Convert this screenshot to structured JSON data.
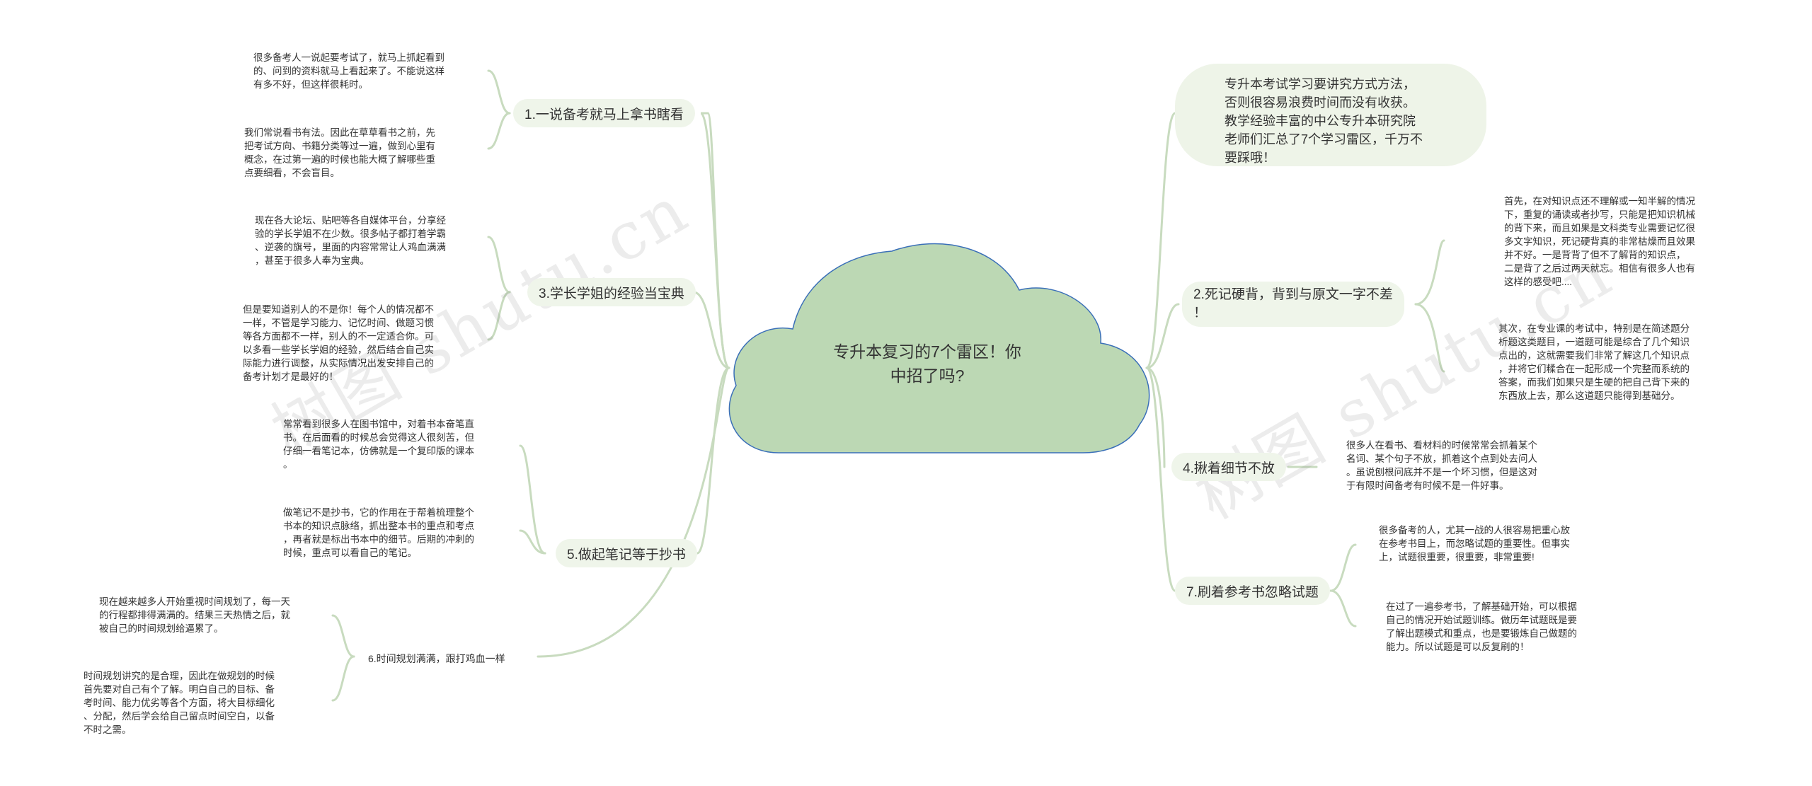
{
  "central": {
    "title": "专升本复习的7个雷区！你\n中招了吗?"
  },
  "intro": {
    "text": "专升本考试学习要讲究方式方法，\n否则很容易浪费时间而没有收获。\n教学经验丰富的中公专升本研究院\n老师们汇总了7个学习雷区，千万不\n要踩哦！"
  },
  "branches": {
    "b1": {
      "label": "1.一说备考就马上拿书瞎看",
      "notes": [
        "很多备考人一说起要考试了，就马上抓起看到\n的、问到的资料就马上看起来了。不能说这样\n有多不好，但这样很耗时。",
        "我们常说看书有法。因此在草草看书之前，先\n把考试方向、书籍分类等过一遍，做到心里有\n概念，在过第一遍的时候也能大概了解哪些重\n点要细看，不会盲目。"
      ]
    },
    "b3": {
      "label": "3.学长学姐的经验当宝典",
      "notes": [
        "现在各大论坛、贴吧等各自媒体平台，分享经\n验的学长学姐不在少数。很多帖子都打着学霸\n、逆袭的旗号，里面的内容常常让人鸡血满满\n，甚至于很多人奉为宝典。",
        "但是要知道别人的不是你！每个人的情况都不\n一样，不管是学习能力、记忆时间、做题习惯\n等各方面都不一样，别人的不一定适合你。可\n以多看一些学长学姐的经验，然后结合自己实\n际能力进行调整，从实际情况出发安排自己的\n备考计划才是最好的！"
      ]
    },
    "b5": {
      "label": "5.做起笔记等于抄书",
      "notes": [
        "常常看到很多人在图书馆中，对着书本奋笔直\n书。在后面看的时候总会觉得这人很刻苦，但\n仔细一看笔记本，仿佛就是一个复印版的课本\n。",
        "做笔记不是抄书，它的作用在于帮着梳理整个\n书本的知识点脉络，抓出整本书的重点和考点\n，再者就是标出书本中的细节。后期的冲刺的\n时候，重点可以看自己的笔记。"
      ]
    },
    "b6": {
      "label": "6.时间规划满满，跟打鸡血一样",
      "notes": [
        "现在越来越多人开始重视时间规划了，每一天\n的行程都排得满满的。结果三天热情之后，就\n被自己的时间规划给逼累了。",
        "时间规划讲究的是合理，因此在做规划的时候\n首先要对自己有个了解。明白自己的目标、备\n考时间、能力优劣等各个方面，将大目标细化\n、分配，然后学会给自己留点时间空白，以备\n不时之需。"
      ]
    },
    "b2": {
      "label": "2.死记硬背，背到与原文一字不差\n！",
      "notes": [
        "首先，在对知识点还不理解或一知半解的情况\n下，重复的诵读或者抄写，只能是把知识机械\n的背下来，而且如果是文科类专业需要记忆很\n多文字知识，死记硬背真的非常枯燥而且效果\n并不好。一是背背了但不了解背的知识点，\n二是背了之后过两天就忘。相信有很多人也有\n这样的感受吧....",
        "其次，在专业课的考试中，特别是在简述题分\n析题这类题目，一道题可能是综合了几个知识\n点出的，这就需要我们非常了解这几个知识点\n，并将它们糅合在一起形成一个完整而系统的\n答案，而我们如果只是生硬的把自己背下来的\n东西放上去，那么这道题只能得到基础分。"
      ]
    },
    "b4": {
      "label": "4.揪着细节不放",
      "notes": [
        "很多人在看书、看材料的时候常常会抓着某个\n名词、某个句子不放，抓着这个点到处去问人\n。虽说刨根问底并不是一个坏习惯，但是这对\n于有限时间备考有时候不是一件好事。"
      ]
    },
    "b7": {
      "label": "7.刷着参考书忽略试题",
      "notes": [
        "很多备考的人，尤其一战的人很容易把重心放\n在参考书目上，而忽略试题的重要性。但事实\n上，试题很重要，很重要，非常重要!",
        "在过了一遍参考书，了解基础开始，可以根据\n自己的情况开始试题训练。做历年试题既是要\n了解出题模式和重点，也是要锻炼自己做题的\n能力。所以试题是可以反复刷的！"
      ]
    }
  },
  "watermarks": [
    "树图 shutu.cn",
    "树图 shutu.cn"
  ],
  "colors": {
    "cloud_fill": "#bcd8b4",
    "cloud_stroke": "#3a6fb8",
    "connector": "#c8dbbf",
    "pill": "#eff5ea"
  }
}
